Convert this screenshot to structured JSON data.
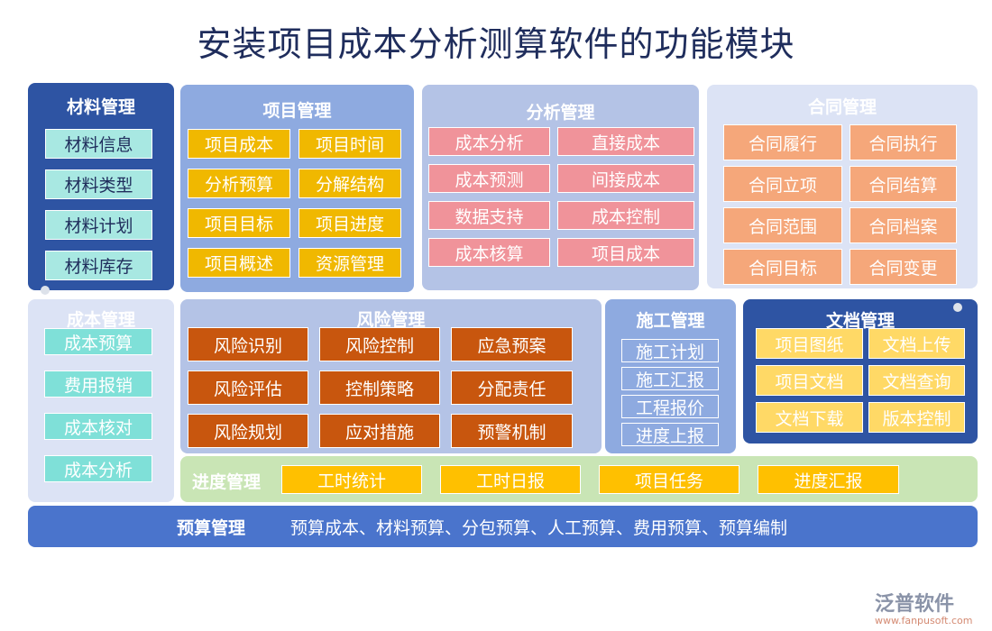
{
  "title": "安装项目成本分析测算软件的功能模块",
  "colors": {
    "title": "#1f2d5c",
    "dark_panel": "#2e54a3",
    "mid_panel": "#8eaae0",
    "light_panel": "#b4c3e6",
    "pale_panel": "#dce3f5",
    "budget_bar": "#4a74cc",
    "progress_panel": "#c9e5b5"
  },
  "modules": {
    "material": {
      "title": "材料管理",
      "items": [
        "材料信息",
        "材料类型",
        "材料计划",
        "材料库存"
      ]
    },
    "project": {
      "title": "项目管理",
      "items": [
        "项目成本",
        "项目时间",
        "分析预算",
        "分解结构",
        "项目目标",
        "项目进度",
        "项目概述",
        "资源管理"
      ]
    },
    "analysis": {
      "title": "分析管理",
      "items": [
        "成本分析",
        "直接成本",
        "成本预测",
        "间接成本",
        "数据支持",
        "成本控制",
        "成本核算",
        "项目成本"
      ]
    },
    "contract": {
      "title": "合同管理",
      "items": [
        "合同履行",
        "合同执行",
        "合同立项",
        "合同结算",
        "合同范围",
        "合同档案",
        "合同目标",
        "合同变更"
      ]
    },
    "cost": {
      "title": "成本管理",
      "items": [
        "成本预算",
        "费用报销",
        "成本核对",
        "成本分析"
      ]
    },
    "risk": {
      "title": "风险管理",
      "items": [
        "风险识别",
        "风险控制",
        "应急预案",
        "风险评估",
        "控制策略",
        "分配责任",
        "风险规划",
        "应对措施",
        "预警机制"
      ]
    },
    "construct": {
      "title": "施工管理",
      "items": [
        "施工计划",
        "施工汇报",
        "工程报价",
        "进度上报"
      ]
    },
    "doc": {
      "title": "文档管理",
      "items": [
        "项目图纸",
        "文档上传",
        "项目文档",
        "文档查询",
        "文档下载",
        "版本控制"
      ]
    },
    "progress": {
      "title": "进度管理",
      "items": [
        "工时统计",
        "工时日报",
        "项目任务",
        "进度汇报"
      ]
    }
  },
  "budget": {
    "title": "预算管理",
    "text": "预算成本、材料预算、分包预算、人工预算、费用预算、预算编制"
  },
  "logo": {
    "name": "泛普软件",
    "url": "www.fanpusoft.com"
  }
}
